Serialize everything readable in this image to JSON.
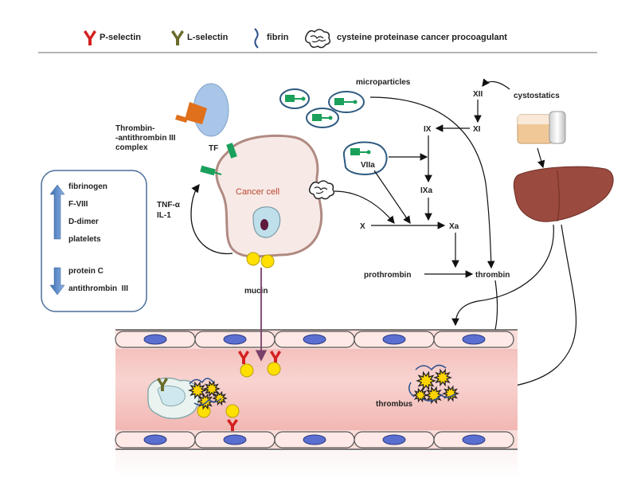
{
  "legend": {
    "p_selectin": "P-selectin",
    "l_selectin": "L-selectin",
    "fibrin": "fibrin",
    "cysteine": "cysteine proteinase cancer procoagulant"
  },
  "cell": {
    "cancer_cell": "Cancer cell",
    "tf": "TF",
    "complex_line1": "Thrombin-",
    "complex_line2": "-antithrombin III",
    "complex_line3": "complex",
    "tnf": "TNF-α",
    "il1": "IL-1",
    "mucin": "mucin"
  },
  "left_box": {
    "up_items": [
      "fibrinogen",
      "F-VIII",
      "D-dimer",
      "platelets"
    ],
    "down_items": [
      "protein C",
      "antithrombin  III"
    ]
  },
  "cascade": {
    "microparticles": "microparticles",
    "xii": "XII",
    "xi": "XI",
    "ix": "IX",
    "ixa": "IXa",
    "viia": "VIIa",
    "x": "X",
    "xa": "Xa",
    "prothrombin": "prothrombin",
    "thrombin": "thrombin",
    "cystostatics": "cystostatics"
  },
  "vessel": {
    "thrombus": "thrombus"
  },
  "colors": {
    "p_selectin": "#d42020",
    "l_selectin": "#6b6b2a",
    "green_receptor": "#1aa05a",
    "cell_fill": "#f6e4e0",
    "cell_border": "#b89088",
    "vessel_fill": "#f7c9c6",
    "endothelium": "#ffe9e6",
    "nucleus_blue": "#5a6fd0",
    "liver": "#9a4a3e",
    "arrow_blue": "#4f86c6"
  }
}
